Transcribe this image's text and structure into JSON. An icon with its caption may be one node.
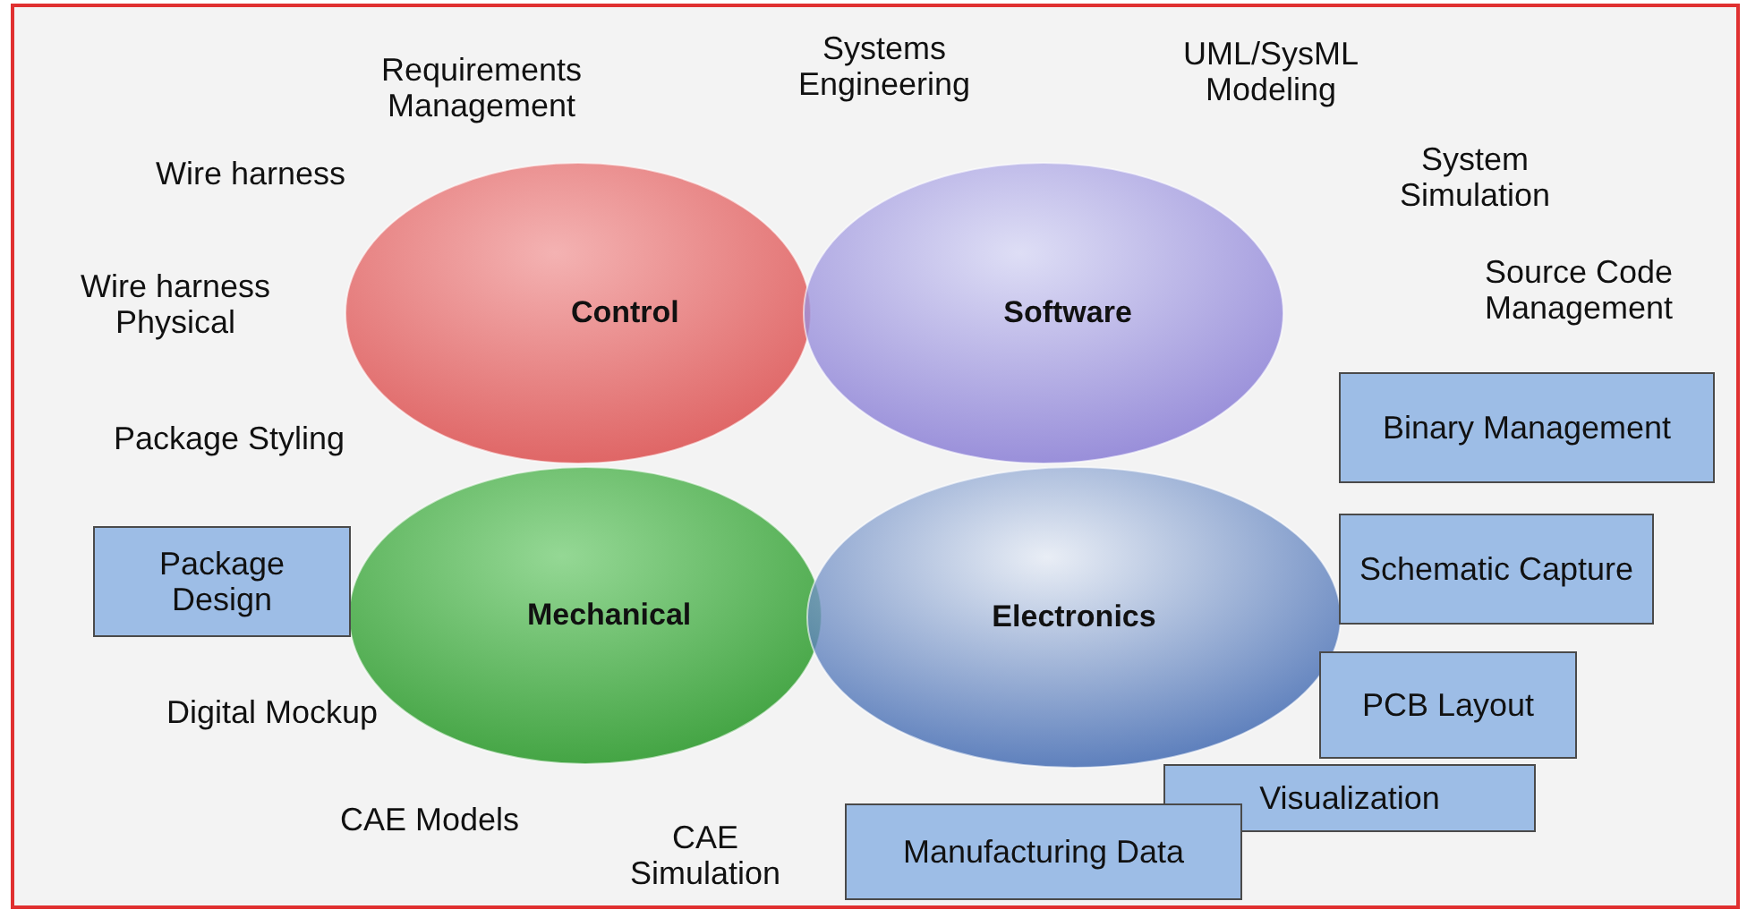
{
  "diagram": {
    "nodes": [
      {
        "text": [
          "Control"
        ]
      },
      {
        "text": [
          "Software"
        ]
      },
      {
        "text": [
          "Binary Management"
        ]
      },
      {
        "text": [
          "Package Design"
        ]
      },
      {
        "text": [
          "Mechanical"
        ]
      },
      {
        "text": [
          "Electronics"
        ]
      },
      {
        "text": [
          "Schematic Capture"
        ]
      },
      {
        "text": [
          "PCB Layout"
        ]
      },
      {
        "text": [
          "Visualization"
        ]
      },
      {
        "text": [
          "Manufacturing Data"
        ]
      }
    ],
    "labels": [
      "Systems Engineering",
      "UML/SysML Modeling",
      "Requirements Management",
      "Wire harness",
      "System Simulation",
      "Wire harness Physical",
      "Source Code Management",
      "Package Styling",
      "Digital Mockup",
      "CAE Models",
      "CAE Simulation"
    ]
  }
}
